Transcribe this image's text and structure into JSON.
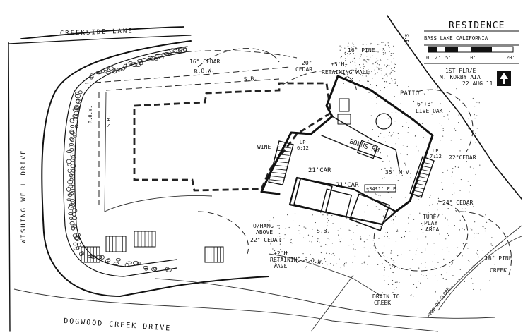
{
  "title": {
    "name": "RESIDENCE",
    "location": "BASS LAKE   CALIFORNIA",
    "floor": "1ST FLR/E",
    "designer": "M. KORBY AIA",
    "date": "22 AUG 11",
    "scale_ticks": [
      "0",
      "2'",
      "5'",
      "10'",
      "20'"
    ]
  },
  "streets": {
    "north": "CREEKSIDE LANE",
    "west": "WISHING WELL DRIVE",
    "south": "DOGWOOD CREEK DRIVE"
  },
  "trees": {
    "cedar_16": "16\" CEDAR",
    "cedar_20a": "20\"",
    "cedar_20b": "CEDAR",
    "pine_16": "16\" PINE",
    "live_oak_a": "6\"+8\"",
    "live_oak_b": "LIVE OAK",
    "cedar_22e": "22\"CEDAR",
    "cedar_24": "24\" CEDAR",
    "cedar_22s": "22\" CEDAR",
    "pine_16s": "16\" PINE",
    "creek": "CREEK"
  },
  "labels": {
    "retaining_n_a": "±5'H.",
    "retaining_n_b": "RETAINING WALL",
    "row_north": "R.O.W.",
    "sb_north": "S.B.",
    "row_west": "R.O.W.",
    "sb_west": "S.B.",
    "sb_ne": "S.B.",
    "patio": "PATIO",
    "bonus": "BONUS RM.",
    "wine": "WINE",
    "up_left_a": "UP",
    "up_left_b": "6:12",
    "up_right_a": "UP",
    "up_right_b": "7:12",
    "car_a": "21'CAR",
    "mv": "35' M.V.",
    "car_b": "21'CAR",
    "elev": "+3411' F.F.",
    "overhang_a": "O/HANG",
    "overhang_b": "ABOVE",
    "sb_south": "S.B.",
    "retaining_s_a": "+2'H",
    "retaining_s_b": "RETAINING",
    "retaining_s_c": "WALL",
    "row_south": "R.O.W.",
    "turf_a": "TURF/",
    "turf_b": "PLAY",
    "turf_c": "AREA",
    "drain_a": "DRAIN TO",
    "drain_b": "CREEK",
    "slope": "TOP OF SLOPE"
  }
}
